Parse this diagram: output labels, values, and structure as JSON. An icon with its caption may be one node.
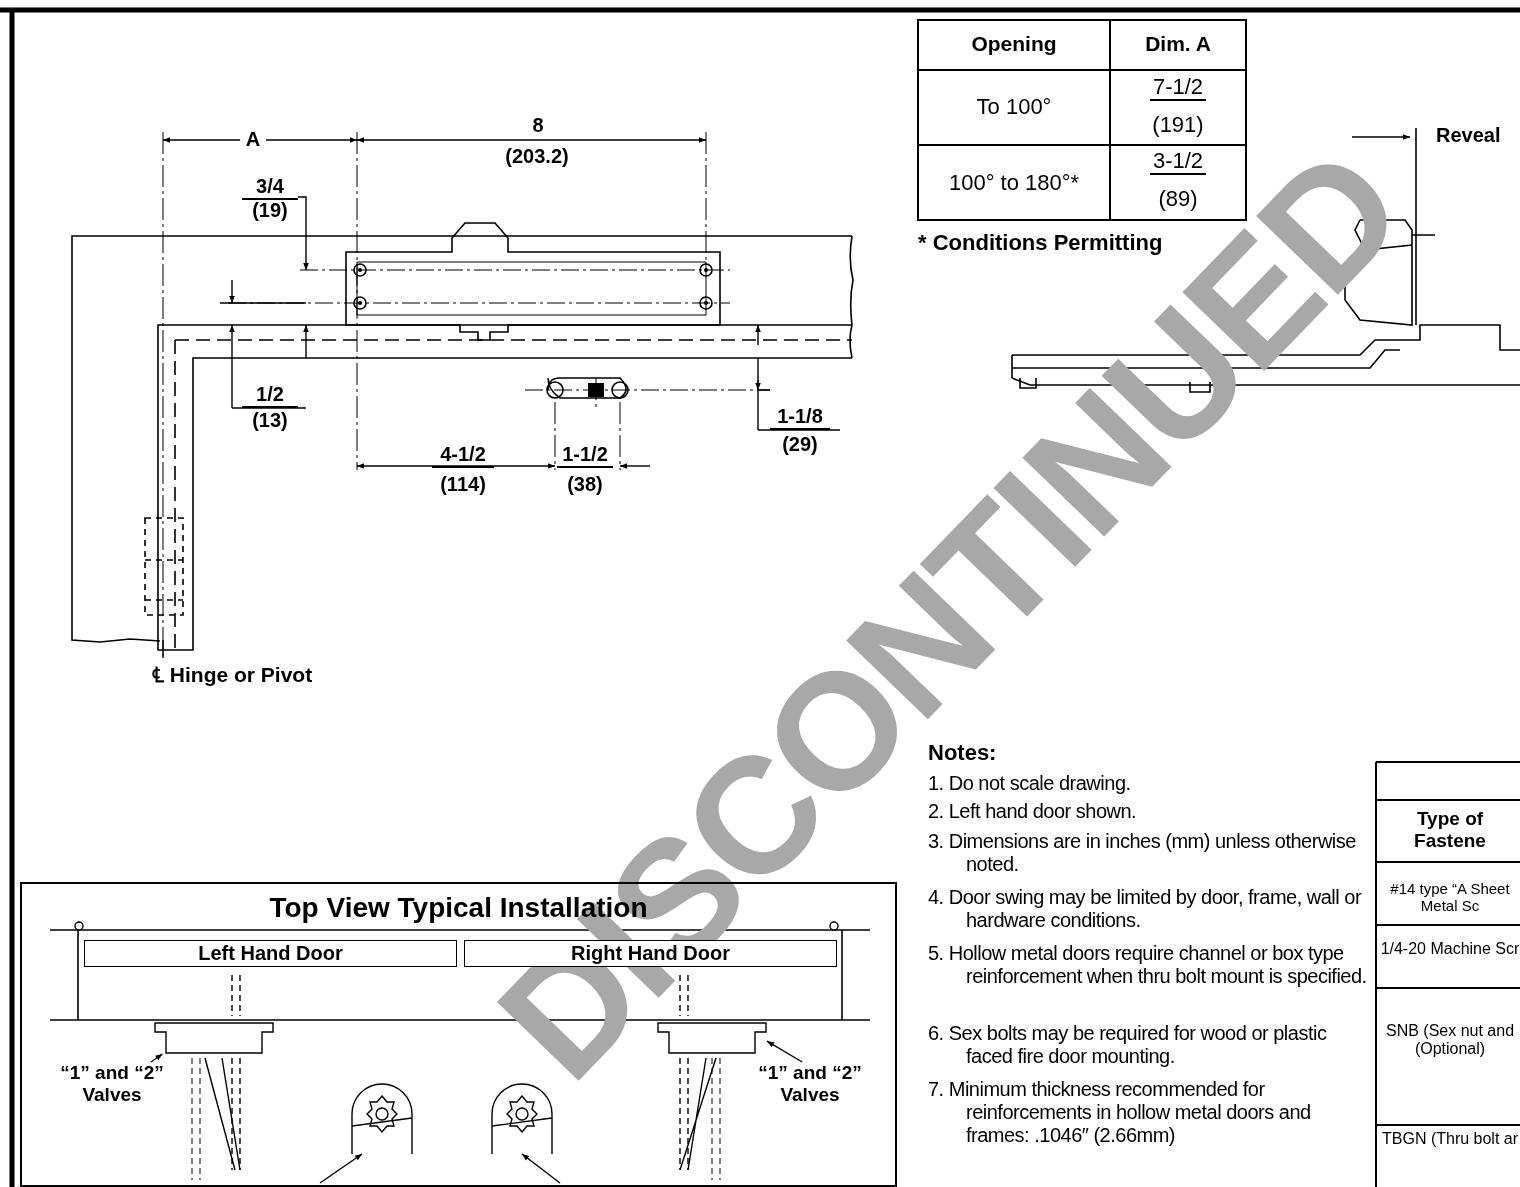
{
  "diagram": {
    "nodes": [
      {
        "text": [
          "Top View Typical Installation"
        ]
      },
      {
        "text": [
          "Left Hand Door"
        ],
        "in": 0
      },
      {
        "text": [
          "Right Hand Door"
        ],
        "in": 0
      },
      {
        "text": [
          "“1” and “2” Valves"
        ],
        "in": 0
      },
      {
        "text": [],
        "shape": "box",
        "in": 0
      },
      {
        "text": [
          "“1” and “2” Valves"
        ],
        "in": 0
      },
      {
        "text": [],
        "shape": "box",
        "in": 0
      },
      {
        "text": [],
        "shape": "picture",
        "in": 0
      },
      {
        "text": [],
        "shape": "picture",
        "in": 0
      }
    ],
    "edges": [
      {
        "from": 3,
        "to": 4,
        "arrow": "to"
      },
      {
        "from": 5,
        "to": 6,
        "arrow": "to"
      },
      {
        "from": null,
        "to": 7,
        "arrow": "to"
      },
      {
        "from": null,
        "to": 8,
        "arrow": "to"
      }
    ],
    "labels": [
      "A",
      "8",
      "(203.2)",
      "3/4",
      "(19)",
      "1/2",
      "(13)",
      "1-1/8",
      "(29)",
      "4-1/2",
      "(114)",
      "1-1/2",
      "(38)",
      "℄ Hinge or Pivot",
      "Opening",
      "Dim. A",
      "To 100°",
      "7-1/2",
      "(191)",
      "100° to 180°*",
      "3-1/2",
      "(89)",
      "* Conditions Permitting",
      "Reveal",
      "Notes:",
      "1. Do not scale drawing.",
      "2. Left hand door shown.",
      "3. Dimensions are in inches (mm) unless otherwise noted.",
      "4. Door swing may be limited by door, frame, wall or hardware conditions.",
      "5. Hollow metal doors require channel or box type reinforcement when thru bolt mount is specified.",
      "6. Sex bolts may be required for wood or plastic faced fire door mounting.",
      "7. Minimum thickness recommended for reinforcements in hollow metal doors and frames: .1046″ (2.66mm)",
      "Type of Fastene",
      "#14 type “A Sheet Metal Sc",
      "1/4-20 Machine Scr",
      "SNB (Sex nut and (Optional)",
      "TBGN (Thru bolt ar",
      "DISCONTINUED"
    ]
  }
}
